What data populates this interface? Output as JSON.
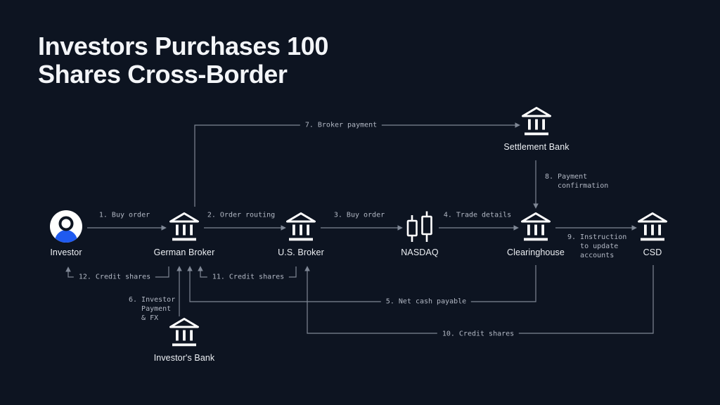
{
  "title": {
    "line1": "Investors Purchases 100",
    "line2": "Shares Cross-Border"
  },
  "nodes": {
    "investor": {
      "label": "Investor",
      "icon": "person-avatar"
    },
    "german_broker": {
      "label": "German Broker",
      "icon": "bank"
    },
    "us_broker": {
      "label": "U.S. Broker",
      "icon": "bank"
    },
    "nasdaq": {
      "label": "NASDAQ",
      "icon": "candlestick-chart"
    },
    "clearinghouse": {
      "label": "Clearinghouse",
      "icon": "bank"
    },
    "csd": {
      "label": "CSD",
      "icon": "bank"
    },
    "settlement_bank": {
      "label": "Settlement Bank",
      "icon": "bank"
    },
    "investors_bank": {
      "label": "Investor's Bank",
      "icon": "bank"
    }
  },
  "edges": {
    "e1": {
      "label": "1. Buy order",
      "from": "Investor",
      "to": "German Broker"
    },
    "e2": {
      "label": "2. Order routing",
      "from": "German Broker",
      "to": "U.S. Broker"
    },
    "e3": {
      "label": "3. Buy order",
      "from": "U.S. Broker",
      "to": "NASDAQ"
    },
    "e4": {
      "label": "4. Trade details",
      "from": "NASDAQ",
      "to": "Clearinghouse"
    },
    "e5": {
      "label": "5. Net cash payable",
      "from": "Clearinghouse",
      "to": "German Broker"
    },
    "e6": {
      "label": "6. Investor\n   Payment\n   & FX",
      "from": "Investor's Bank",
      "to": "German Broker"
    },
    "e7": {
      "label": "7. Broker payment",
      "from": "German Broker",
      "to": "Settlement Bank"
    },
    "e8": {
      "label": "8. Payment\n   confirmation",
      "from": "Settlement Bank",
      "to": "Clearinghouse"
    },
    "e9": {
      "label": "9. Instruction\n   to update\n   accounts",
      "from": "Clearinghouse",
      "to": "CSD"
    },
    "e10": {
      "label": "10. Credit shares",
      "from": "CSD",
      "to": "U.S. Broker"
    },
    "e11": {
      "label": "11. Credit shares",
      "from": "U.S. Broker",
      "to": "German Broker"
    },
    "e12": {
      "label": "12. Credit shares",
      "from": "German Broker",
      "to": "Investor"
    }
  },
  "colors": {
    "background": "#0d1421",
    "connector": "#7f8795",
    "edge_label": "#b2b8c4",
    "node_icon": "#ffffff",
    "node_label": "#edf0f4",
    "avatar_accent_blue": "#1f5af0",
    "title": "#f3f5f8"
  }
}
